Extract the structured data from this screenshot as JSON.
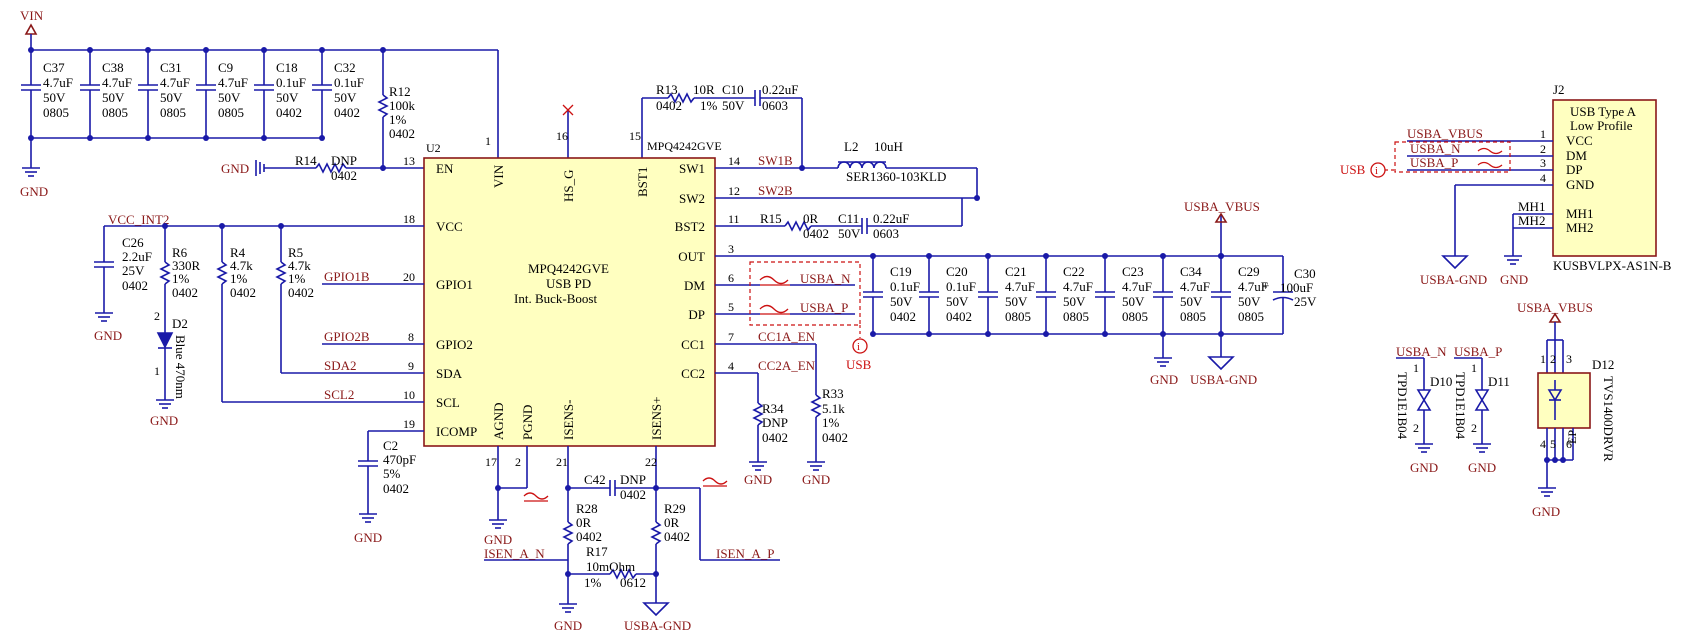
{
  "power": {
    "vin": "VIN",
    "gnd": "GND",
    "vcc_int2": "VCC_INT2",
    "usba_vbus": "USBA_VBUS",
    "usba_gnd": "USBA-GND"
  },
  "input_caps": [
    {
      "ref": "C37",
      "val": "4.7uF",
      "v": "50V",
      "pkg": "0805"
    },
    {
      "ref": "C38",
      "val": "4.7uF",
      "v": "50V",
      "pkg": "0805"
    },
    {
      "ref": "C31",
      "val": "4.7uF",
      "v": "50V",
      "pkg": "0805"
    },
    {
      "ref": "C9",
      "val": "4.7uF",
      "v": "50V",
      "pkg": "0805"
    },
    {
      "ref": "C18",
      "val": "0.1uF",
      "v": "50V",
      "pkg": "0402"
    },
    {
      "ref": "C32",
      "val": "0.1uF",
      "v": "50V",
      "pkg": "0402"
    }
  ],
  "r12": {
    "ref": "R12",
    "val": "100k",
    "tol": "1%",
    "pkg": "0402"
  },
  "r14": {
    "ref": "R14",
    "val": "DNP",
    "pkg": "0402"
  },
  "r13": {
    "ref": "R13",
    "val": "10R",
    "tol": "1%",
    "pkg": "0402"
  },
  "c10": {
    "ref": "C10",
    "val": "0.22uF",
    "v": "50V",
    "pkg": "0603"
  },
  "l2": {
    "ref": "L2",
    "val": "10uH",
    "part": "SER1360-103KLD"
  },
  "r15": {
    "ref": "R15",
    "val": "0R",
    "pkg": "0402"
  },
  "c11": {
    "ref": "C11",
    "val": "0.22uF",
    "v": "50V",
    "pkg": "0603"
  },
  "c26": {
    "ref": "C26",
    "val": "2.2uF",
    "v": "25V",
    "pkg": "0402"
  },
  "r6": {
    "ref": "R6",
    "val": "330R",
    "tol": "1%",
    "pkg": "0402"
  },
  "r4": {
    "ref": "R4",
    "val": "4.7k",
    "tol": "1%",
    "pkg": "0402"
  },
  "r5": {
    "ref": "R5",
    "val": "4.7k",
    "tol": "1%",
    "pkg": "0402"
  },
  "d2": {
    "ref": "D2",
    "val": "Blue 470nm",
    "p1": "1",
    "p2": "2"
  },
  "c2": {
    "ref": "C2",
    "val": "470pF",
    "tol": "5%",
    "pkg": "0402"
  },
  "u2": {
    "ref": "U2",
    "part": "MPQ4242GVE",
    "desc1": "MPQ4242GVE",
    "desc2": "USB PD",
    "desc3": "Int. Buck-Boost",
    "left": [
      "EN",
      "VCC",
      "GPIO1",
      "GPIO2",
      "SDA",
      "SCL",
      "ICOMP"
    ],
    "left_nums": [
      "13",
      "18",
      "20",
      "8",
      "9",
      "10",
      "19"
    ],
    "top": [
      "VIN",
      "HS_G",
      "BST1"
    ],
    "top_nums": [
      "1",
      "16",
      "15"
    ],
    "right": [
      "SW1",
      "SW2",
      "BST2",
      "OUT",
      "DM",
      "DP",
      "CC1",
      "CC2"
    ],
    "right_nums": [
      "14",
      "12",
      "11",
      "3",
      "6",
      "5",
      "7",
      "4"
    ],
    "bottom": [
      "AGND",
      "PGND",
      "ISENS-",
      "ISENS+"
    ],
    "bottom_nums": [
      "17",
      "2",
      "21",
      "22"
    ]
  },
  "nets": {
    "sw1b": "SW1B",
    "sw2b": "SW2B",
    "gpio1b": "GPIO1B",
    "gpio2b": "GPIO2B",
    "sda2": "SDA2",
    "scl2": "SCL2",
    "cc1a_en": "CC1A_EN",
    "cc2a_en": "CC2A_EN",
    "usba_n": "USBA_N",
    "usba_p": "USBA_P",
    "isen_a_n": "ISEN_A_N",
    "isen_a_p": "ISEN_A_P",
    "mh1": "MH1",
    "mh2": "MH2"
  },
  "r34": {
    "ref": "R34",
    "val": "DNP",
    "pkg": "0402"
  },
  "r33": {
    "ref": "R33",
    "val": "5.1k",
    "tol": "1%",
    "pkg": "0402"
  },
  "c42": {
    "ref": "C42",
    "val": "DNP",
    "pkg": "0402"
  },
  "r28": {
    "ref": "R28",
    "val": "0R",
    "pkg": "0402"
  },
  "r29": {
    "ref": "R29",
    "val": "0R",
    "pkg": "0402"
  },
  "r17": {
    "ref": "R17",
    "val": "10mOhm",
    "tol": "1%",
    "pkg": "0612"
  },
  "output_caps": [
    {
      "ref": "C19",
      "val": "0.1uF",
      "v": "50V",
      "pkg": "0402"
    },
    {
      "ref": "C20",
      "val": "0.1uF",
      "v": "50V",
      "pkg": "0402"
    },
    {
      "ref": "C21",
      "val": "4.7uF",
      "v": "50V",
      "pkg": "0805"
    },
    {
      "ref": "C22",
      "val": "4.7uF",
      "v": "50V",
      "pkg": "0805"
    },
    {
      "ref": "C23",
      "val": "4.7uF",
      "v": "50V",
      "pkg": "0805"
    },
    {
      "ref": "C34",
      "val": "4.7uF",
      "v": "50V",
      "pkg": "0805"
    },
    {
      "ref": "C29",
      "val": "4.7uF",
      "v": "50V",
      "pkg": "0805"
    }
  ],
  "c30": {
    "ref": "C30",
    "val": "100uF",
    "v": "25V",
    "plus": "+"
  },
  "usb_port": "USB",
  "j2": {
    "ref": "J2",
    "title1": "USB Type A",
    "title2": "Low Profile",
    "pins": [
      "VCC",
      "DM",
      "DP",
      "GND",
      "MH1",
      "MH2"
    ],
    "nums": [
      "1",
      "2",
      "3",
      "4"
    ],
    "part": "KUSBVLPX-AS1N-B"
  },
  "d10": {
    "ref": "D10",
    "part": "TPD1E1B04",
    "p1": "1",
    "p2": "2"
  },
  "d11": {
    "ref": "D11",
    "part": "TPD1E1B04",
    "p1": "1",
    "p2": "2"
  },
  "d12": {
    "ref": "D12",
    "part": "TVS1400DRVR",
    "top": [
      "1",
      "2",
      "3"
    ],
    "bot": [
      "4",
      "5",
      "6"
    ],
    "ep": "EP"
  }
}
